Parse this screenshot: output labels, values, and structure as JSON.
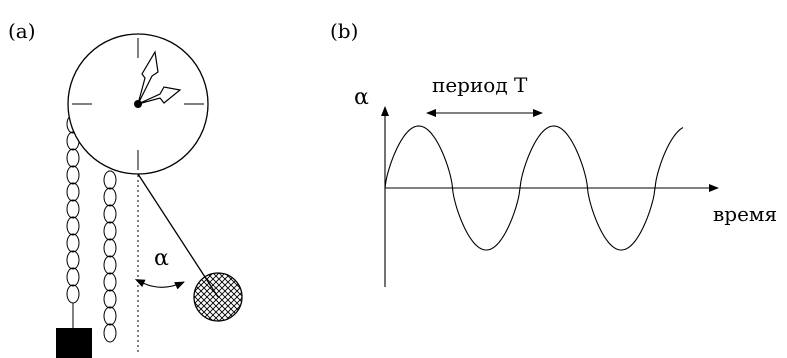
{
  "panel_a": {
    "label": "(a)",
    "angle_symbol": "α"
  },
  "panel_b": {
    "label": "(b)",
    "y_axis_symbol": "α",
    "period_label": "период T",
    "x_axis_label": "время"
  },
  "colors": {
    "ink": "#000000",
    "background": "#ffffff"
  }
}
